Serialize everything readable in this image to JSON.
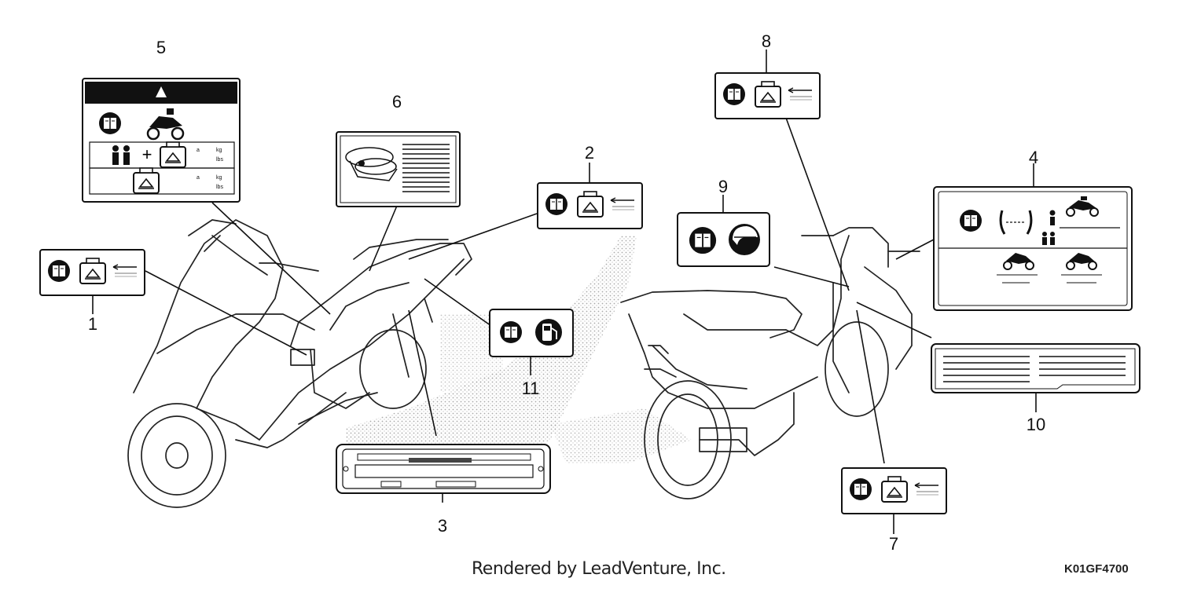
{
  "diagram": {
    "callouts": [
      {
        "id": "1",
        "text": "1"
      },
      {
        "id": "2",
        "text": "2"
      },
      {
        "id": "3",
        "text": "3"
      },
      {
        "id": "4",
        "text": "4"
      },
      {
        "id": "5",
        "text": "5"
      },
      {
        "id": "6",
        "text": "6"
      },
      {
        "id": "7",
        "text": "7"
      },
      {
        "id": "8",
        "text": "8"
      },
      {
        "id": "9",
        "text": "9"
      },
      {
        "id": "10",
        "text": "10"
      },
      {
        "id": "11",
        "text": "11"
      }
    ],
    "label5_units": {
      "kg": "kg",
      "lbs": "lbs"
    },
    "label5_plus": "+",
    "icons": [
      "manual-book-icon",
      "luggage-box-icon",
      "arrow-left-icon",
      "warning-triangle-icon",
      "person-icon",
      "helmet-icon",
      "fuel-pump-icon",
      "tire-icon",
      "motorcycle-icon"
    ]
  },
  "footer": {
    "credit": "Rendered by LeadVenture, Inc.",
    "code": "K01GF4700"
  }
}
